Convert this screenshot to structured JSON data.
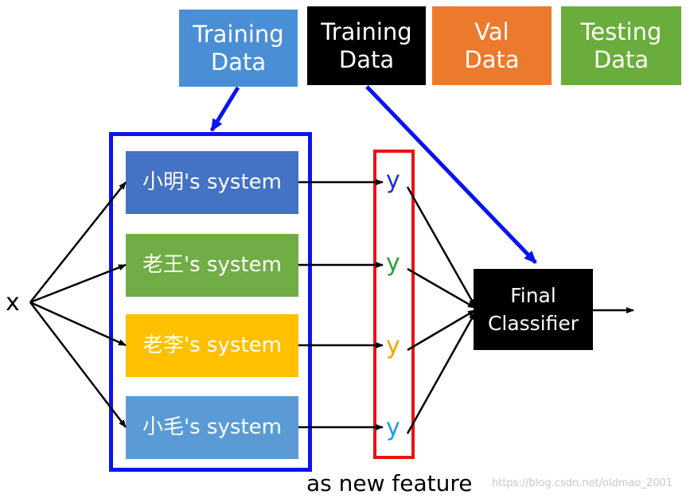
{
  "data_boxes": [
    {
      "line1": "Training",
      "line2": "Data",
      "color": "#4a8fd6"
    },
    {
      "line1": "Training",
      "line2": "Data",
      "color": "#000000"
    },
    {
      "line1": "Val",
      "line2": "Data",
      "color": "#ec7a2c"
    },
    {
      "line1": "Testing",
      "line2": "Data",
      "color": "#6aad3c"
    }
  ],
  "systems": [
    {
      "label": "小明's system",
      "color": "#4472c4"
    },
    {
      "label": "老王's system",
      "color": "#70ad47"
    },
    {
      "label": "老李's system",
      "color": "#ffc000"
    },
    {
      "label": "小毛's system",
      "color": "#5b9bd5"
    }
  ],
  "outputs": [
    {
      "label": "y",
      "color": "#1a2fd0"
    },
    {
      "label": "y",
      "color": "#2e9e3e"
    },
    {
      "label": "y",
      "color": "#f4a400"
    },
    {
      "label": "y",
      "color": "#1aa0e0"
    }
  ],
  "input_label": "x",
  "final": {
    "line1": "Final",
    "line2": "Classifier"
  },
  "caption": "as new feature",
  "watermark": "https://blog.csdn.net/oldmao_2001",
  "colors": {
    "blue_frame": "#0a14f0",
    "red_frame": "#ee1111",
    "arrow": "#000000"
  }
}
